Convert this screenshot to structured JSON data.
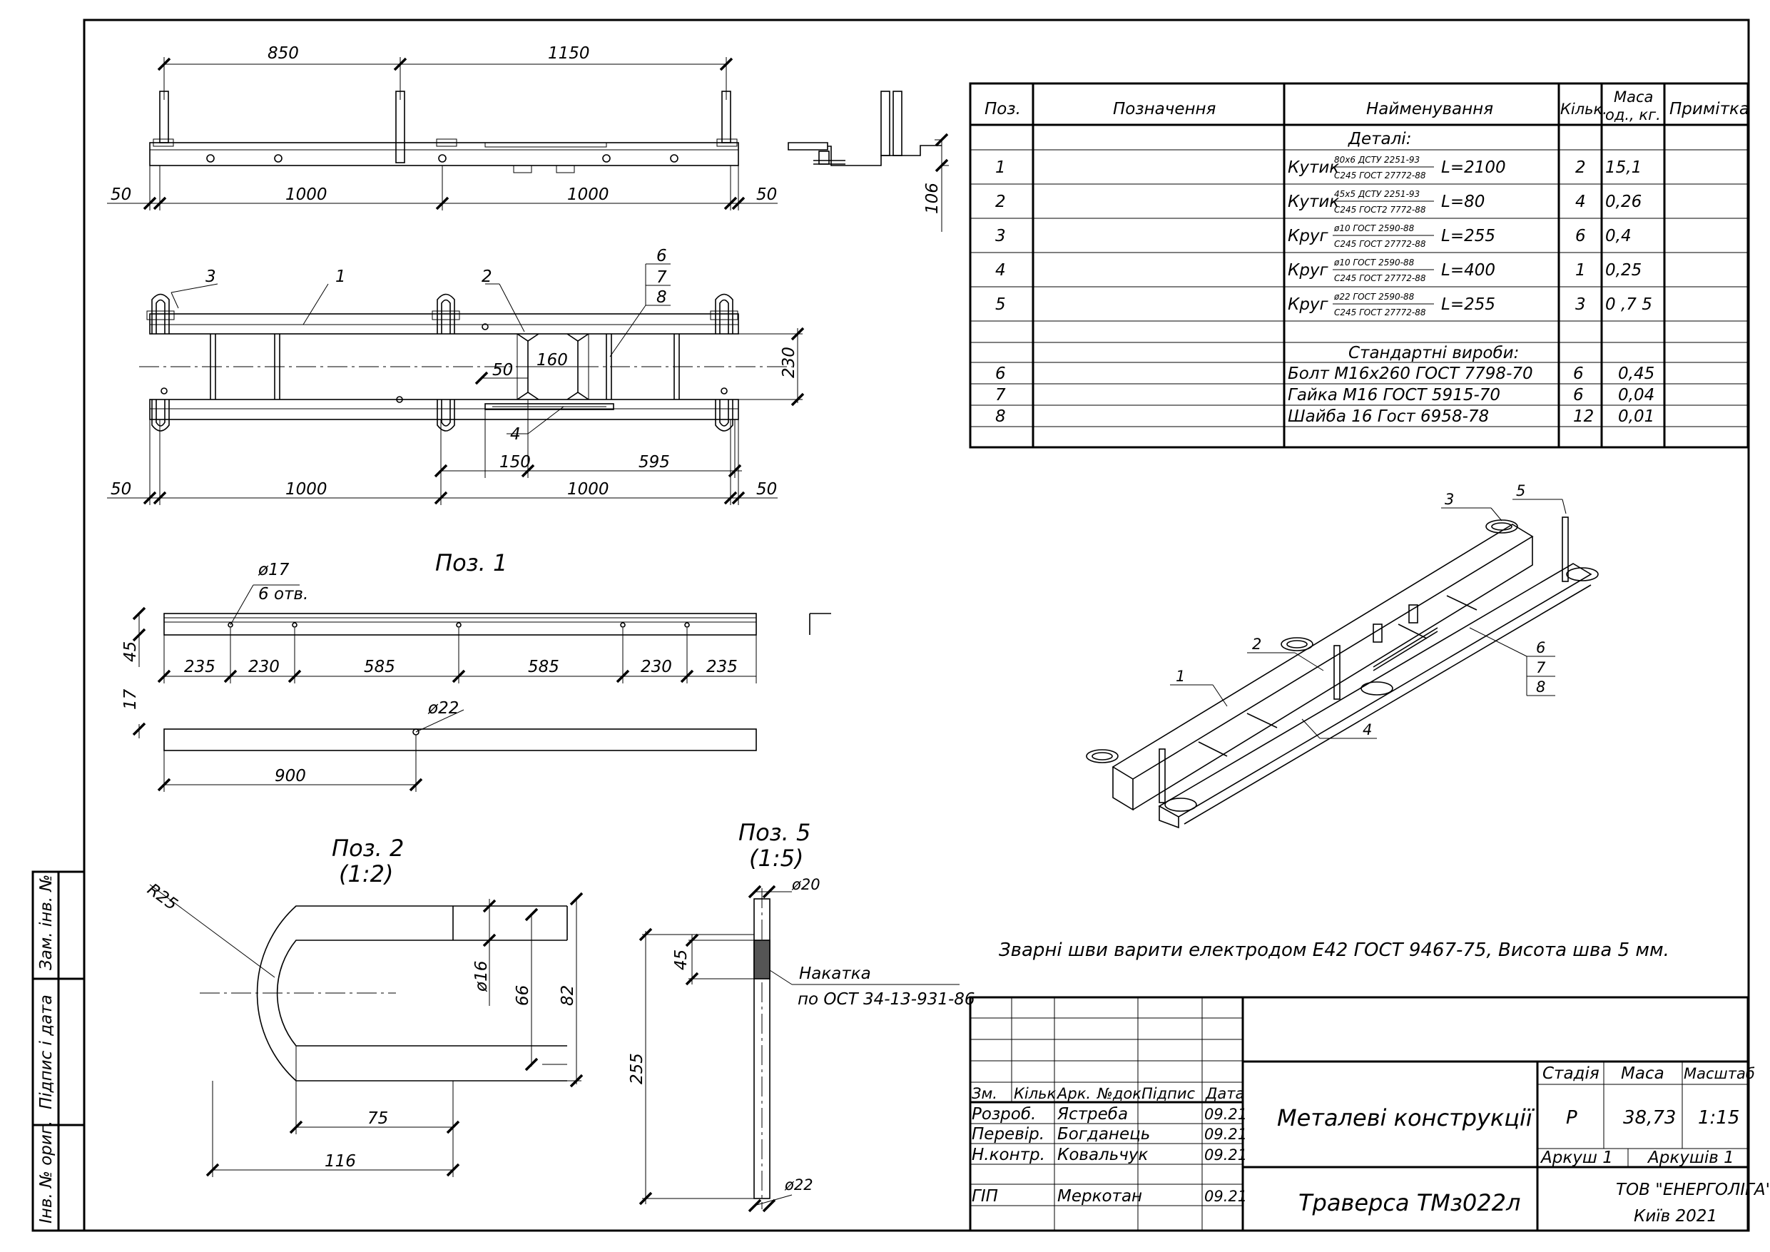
{
  "views": {
    "top": {
      "dims_upper": [
        "850",
        "1150"
      ],
      "dims_lower": [
        "50",
        "1000",
        "1000",
        "50"
      ],
      "side_dim": "106"
    },
    "plan": {
      "callouts": [
        "3",
        "1",
        "2",
        "6",
        "7",
        "8",
        "4"
      ],
      "dims_inner": [
        "50",
        "160",
        "150",
        "595"
      ],
      "dims_lower": [
        "50",
        "1000",
        "1000",
        "50"
      ],
      "height_dim": "230"
    },
    "pos1": {
      "title": "Поз. 1",
      "hole_dia": "ø17",
      "hole_count": "6 отв.",
      "height": "45",
      "dims": [
        "235",
        "230",
        "585",
        "585",
        "230",
        "235"
      ],
      "flange": "17",
      "hole2_dia": "ø22",
      "length2": "900"
    },
    "pos2": {
      "title": "Поз. 2",
      "scale": "(1:2)",
      "radius": "R25",
      "dia": "ø16",
      "dim_inner": "66",
      "dim_outer": "82",
      "dim_len1": "75",
      "dim_len2": "116"
    },
    "pos5": {
      "title": "Поз. 5",
      "scale": "(1:5)",
      "dia_top": "ø20",
      "knurl_len": "45",
      "knurl_label": "Накатка",
      "knurl_std": "по ОСТ 34-13-931-86",
      "length": "255",
      "dia_bottom": "ø22"
    },
    "iso": {
      "callouts": [
        "3",
        "5",
        "2",
        "1",
        "6",
        "7",
        "8",
        "4"
      ]
    }
  },
  "spec": {
    "headers": {
      "pos": "Поз.",
      "designation": "Позначення",
      "name": "Найменування",
      "qty": "Кільк.",
      "mass1": "Маса",
      "mass2": "од., кг.",
      "note": "Примітка"
    },
    "section_parts": "Деталі:",
    "section_std": "Стандартні вироби:",
    "parts": [
      {
        "pos": "1",
        "kind": "Кутик",
        "num": "80х6 ДСТУ 2251-93",
        "den": "С245 ГОСТ 27772-88",
        "len": "L=2100",
        "qty": "2",
        "mass": "15,1"
      },
      {
        "pos": "2",
        "kind": "Кутик",
        "num": "45х5 ДСТУ 2251-93",
        "den": "С245 ГОСТ2 7772-88",
        "len": "L=80",
        "qty": "4",
        "mass": "0,26"
      },
      {
        "pos": "3",
        "kind": "Круг",
        "num": "ø10 ГОСТ 2590-88",
        "den": "С245 ГОСТ 27772-88",
        "len": "L=255",
        "qty": "6",
        "mass": "0,4"
      },
      {
        "pos": "4",
        "kind": "Круг",
        "num": "ø10 ГОСТ 2590-88",
        "den": "С245 ГОСТ 27772-88",
        "len": "L=400",
        "qty": "1",
        "mass": "0,25"
      },
      {
        "pos": "5",
        "kind": "Круг",
        "num": "ø22 ГОСТ 2590-88",
        "den": "С245 ГОСТ 27772-88",
        "len": "L=255",
        "qty": "3",
        "mass": "0 ,7 5"
      }
    ],
    "std": [
      {
        "pos": "6",
        "name": "Болт М16х260 ГОСТ 7798-70",
        "qty": "6",
        "mass": "0,45"
      },
      {
        "pos": "7",
        "name": "Гайка М16 ГОСТ 5915-70",
        "qty": "6",
        "mass": "0,04"
      },
      {
        "pos": "8",
        "name": "Шайба 16 Гост 6958-78",
        "qty": "12",
        "mass": "0,01"
      }
    ]
  },
  "note": "Зварні шви варити електродом Е42 ГОСТ 9467-75, Висота шва 5 мм.",
  "title_block": {
    "hdr": [
      "Зм.",
      "Кільк.",
      "Арк.",
      "№док.",
      "Підпис",
      "Дата"
    ],
    "people": [
      {
        "role": "Розроб.",
        "name": "Ястреба",
        "date": "09.21"
      },
      {
        "role": "Перевір.",
        "name": "Богданець",
        "date": "09.21"
      },
      {
        "role": "Н.контр.",
        "name": "Ковальчук",
        "date": "09.21"
      },
      {
        "role": "ГІП",
        "name": "Меркотан",
        "date": "09.21"
      }
    ],
    "doc_name": "Металеві конструкції",
    "item_name": "Траверса ТМз022л",
    "stage_hdr": "Стадія",
    "mass_hdr": "Маса",
    "scale_hdr": "Масштаб",
    "stage": "Р",
    "mass": "38,73",
    "scale": "1:15",
    "sheet": "Аркуш   1",
    "sheets": "Аркушів   1",
    "org": "ТОВ \"ЕНЕРГОЛІГА\"",
    "city": "Київ  2021"
  },
  "side_stamp": [
    "Інв. № ориг.",
    "Підпис і дата",
    "Зам. інв. №"
  ]
}
